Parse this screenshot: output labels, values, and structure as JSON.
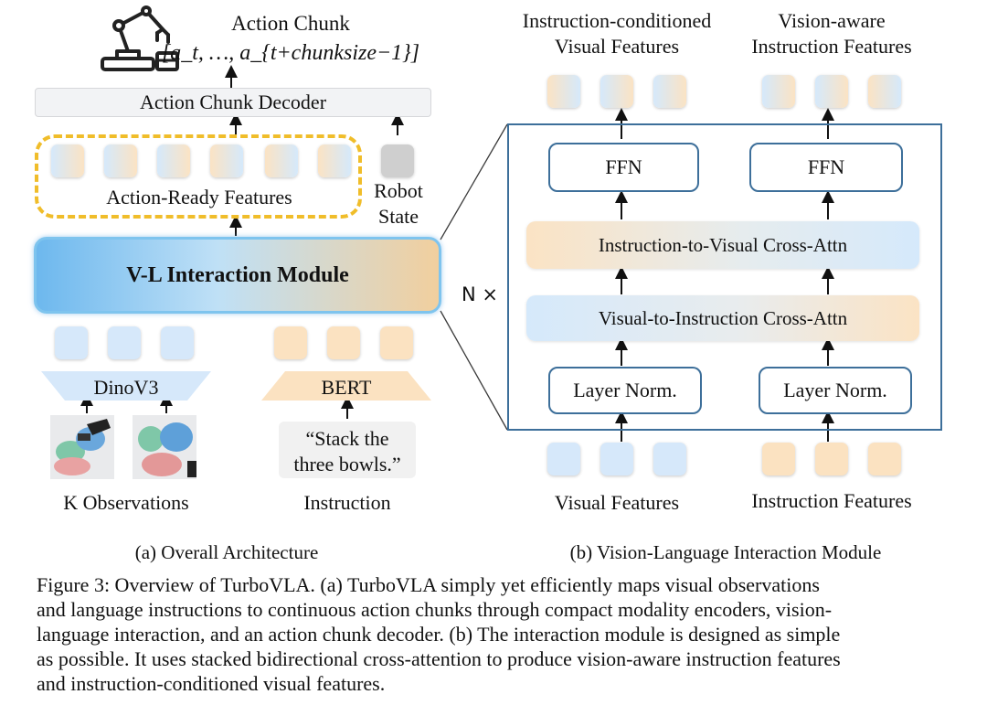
{
  "left_panel": {
    "action_chunk_title": "Action Chunk",
    "action_chunk_formula": "[a_t, …, a_{t+chunksize−1}]",
    "decoder_label": "Action Chunk Decoder",
    "action_ready_label": "Action-Ready Features",
    "robot_state_label": [
      "Robot",
      "State"
    ],
    "vl_module_label": "V-L Interaction Module",
    "dino_label": "DinoV3",
    "bert_label": "BERT",
    "instruction_quote": [
      "“Stack the",
      "three bowls.”"
    ],
    "k_observations_label": "K Observations",
    "instruction_label": "Instruction",
    "subcaption": "(a) Overall Architecture"
  },
  "right_panel": {
    "top_left_label": [
      "Instruction-conditioned",
      "Visual Features"
    ],
    "top_right_label": [
      "Vision-aware",
      "Instruction Features"
    ],
    "ffn_label": "FFN",
    "i2v_label": "Instruction-to-Visual Cross-Attn",
    "v2i_label": "Visual-to-Instruction Cross-Attn",
    "layer_norm_label": "Layer Norm.",
    "n_times_label": "N ×",
    "visual_features_label": "Visual Features",
    "instruction_features_label": "Instruction Features",
    "subcaption": "(b) Vision-Language Interaction Module"
  },
  "caption": {
    "lines": [
      "Figure 3: Overview of TurboVLA. (a) TurboVLA simply yet efficiently maps visual observations",
      "and language instructions to continuous action chunks through compact modality encoders, vision-",
      "language interaction, and an action chunk decoder. (b) The interaction module is designed as simple",
      "as possible. It uses stacked bidirectional cross-attention to produce vision-aware instruction features",
      "and instruction-conditioned visual features."
    ]
  },
  "colors": {
    "feature_blue": "#d6e8fa",
    "feature_orange": "#fbe2c1",
    "module_border": "#3d6f9a",
    "action_ready_dash": "#f0bd2a",
    "vl_module_glow": "#7ec4ee"
  },
  "icons": [
    "robot-arm-icon",
    "observation-image-1",
    "observation-image-2"
  ]
}
